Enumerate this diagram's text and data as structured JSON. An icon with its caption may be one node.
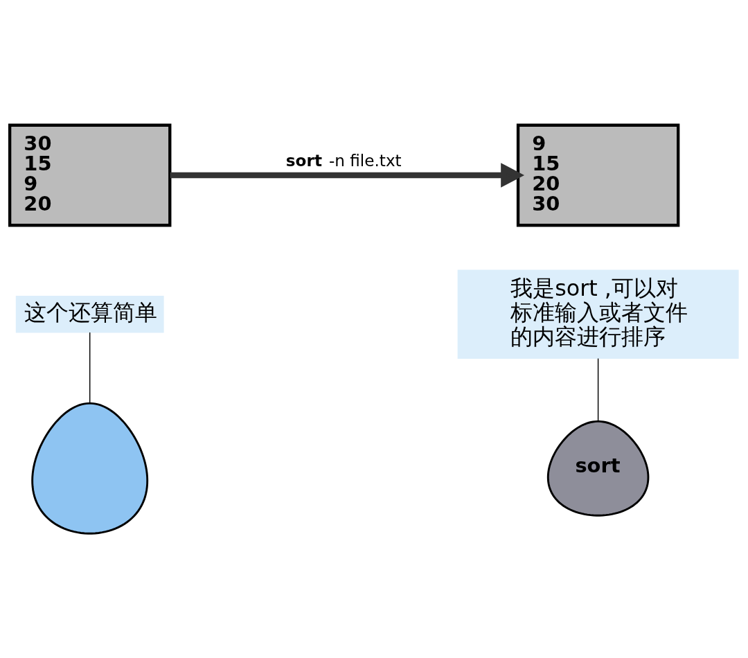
{
  "diagram": {
    "nodes": [
      {
        "text": [
          "30",
          "15",
          "9",
          "20"
        ]
      },
      {
        "text": [
          "9",
          "15",
          "20",
          "30"
        ]
      },
      {
        "text": [
          "我是sort ,可以对标准输入或者文件的内容进行排序"
        ]
      },
      {
        "text": [
          "sort"
        ]
      },
      {
        "text": [
          "这个还算简单"
        ]
      },
      {
        "text": [],
        "shape": "person"
      }
    ],
    "edges": [
      {
        "from": 0,
        "to": 1,
        "arrow": "to",
        "label": "**sort** -n file.txt",
        "style": "thick"
      },
      {
        "from": 2,
        "to": 3,
        "arrow": "none"
      },
      {
        "from": 4,
        "to": 5,
        "arrow": "none"
      }
    ]
  }
}
